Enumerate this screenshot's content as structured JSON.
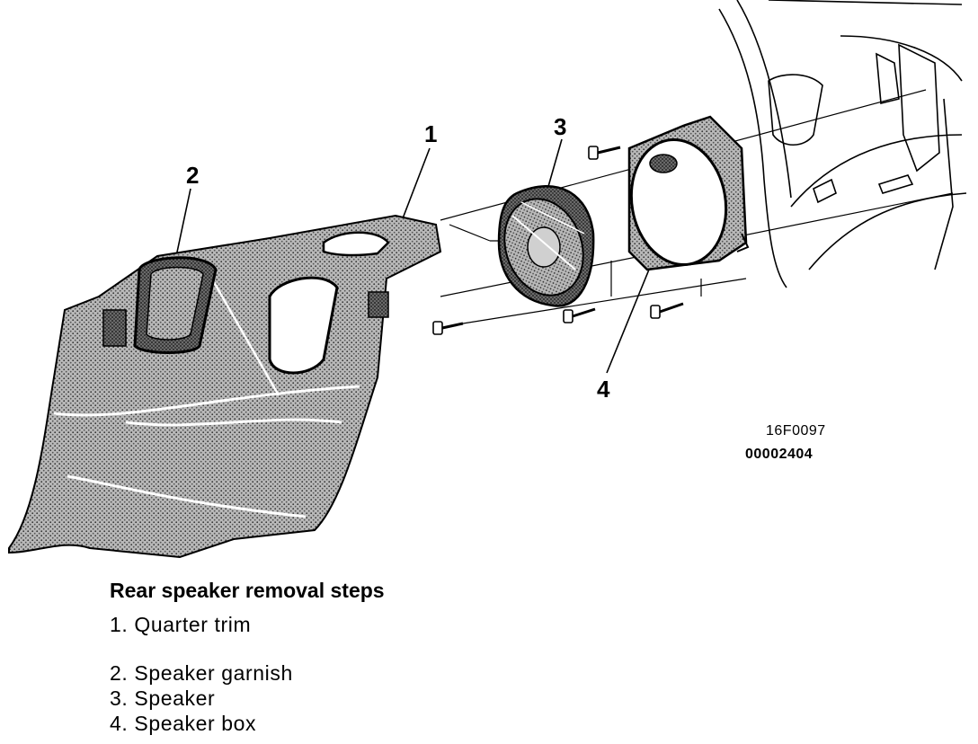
{
  "callouts": {
    "c1": "1",
    "c2": "2",
    "c3": "3",
    "c4": "4"
  },
  "figure_codes": {
    "code_a": "16F0097",
    "code_b": "00002404"
  },
  "legend": {
    "title": "Rear speaker removal steps",
    "items": [
      "1. Quarter trim",
      "2. Speaker garnish",
      "3. Speaker",
      "4. Speaker box"
    ]
  }
}
